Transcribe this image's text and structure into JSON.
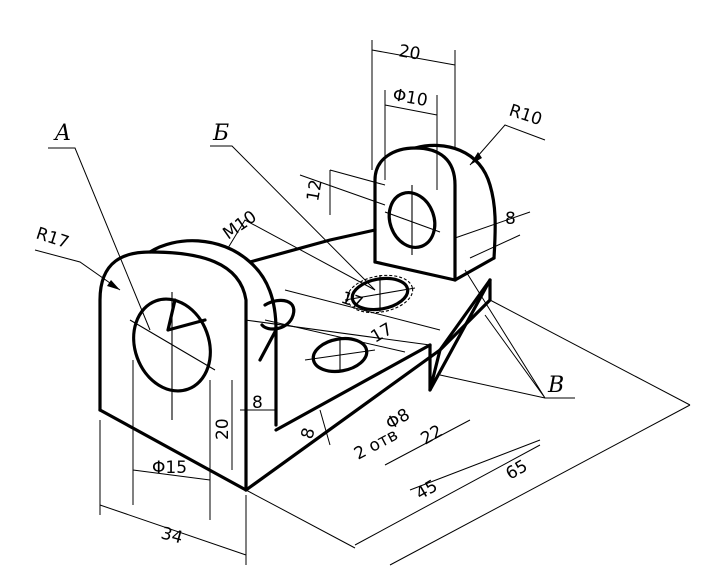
{
  "labels": {
    "view_a": "A",
    "view_b": "Б",
    "view_v": "В",
    "r17": "R17",
    "r10": "R10",
    "m10": "M10",
    "d20_top": "20",
    "phi10": "Φ10",
    "d12": "12",
    "d8_right": "8",
    "d17_a": "17",
    "d17_b": "17",
    "d8_left": "8",
    "d20_left": "20",
    "phi15": "Φ15",
    "d34": "34",
    "d8_bottom": "8",
    "phi8": "Φ8",
    "holes": "2 отв",
    "d22": "22",
    "d45": "45",
    "d65": "65"
  }
}
